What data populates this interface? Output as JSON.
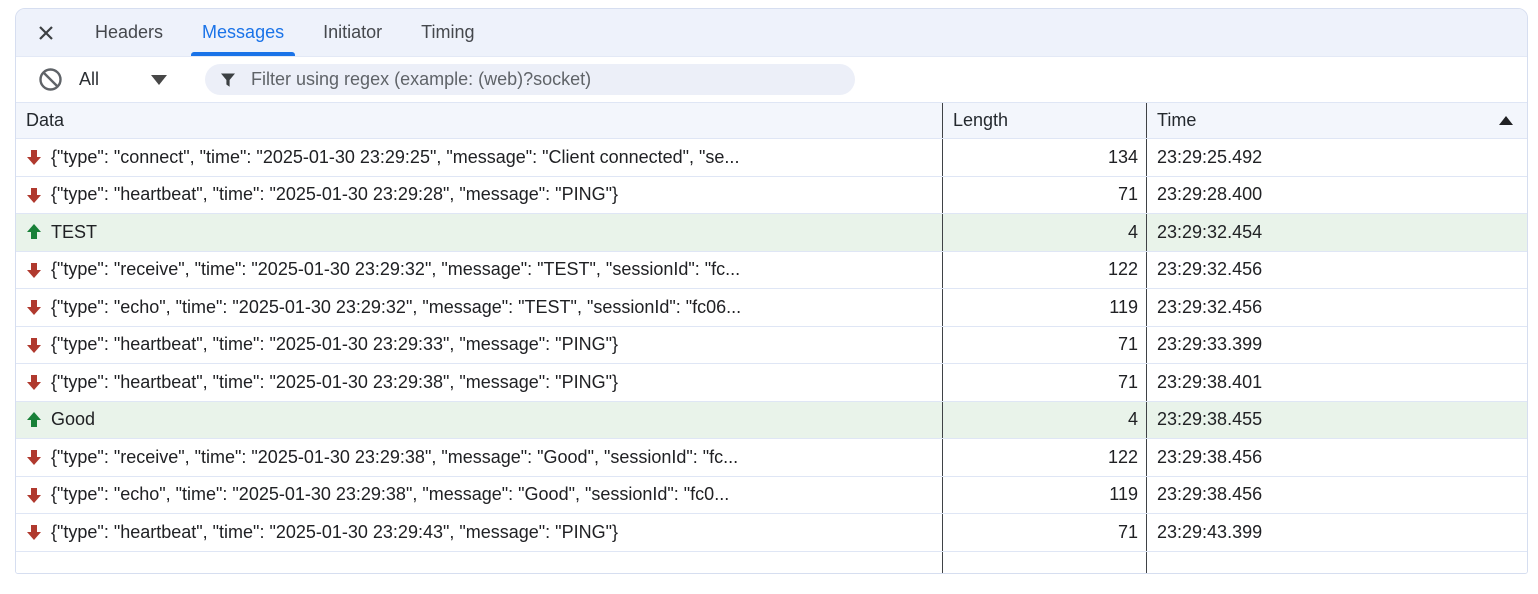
{
  "colors": {
    "accent": "#1a73e8",
    "text": "#202124",
    "tabbar_bg": "#eef2fb",
    "panel_border": "#d6def0",
    "row_border": "#dfe6f5",
    "col_border": "#3f4246",
    "header_bg": "#f3f6fc",
    "pill_bg": "#eceff8",
    "sent_bg": "#e9f3ea",
    "recv_arrow": "#b0392e",
    "sent_arrow": "#188038"
  },
  "tabs": {
    "items": [
      {
        "label": "Headers",
        "active": false
      },
      {
        "label": "Messages",
        "active": true
      },
      {
        "label": "Initiator",
        "active": false
      },
      {
        "label": "Timing",
        "active": false
      }
    ]
  },
  "toolbar": {
    "filter_value": "All",
    "filter_placeholder": "Filter using regex (example: (web)?socket)"
  },
  "grid": {
    "columns": {
      "data": "Data",
      "length": "Length",
      "time": "Time"
    },
    "sort": {
      "column": "Time",
      "direction": "ascending"
    },
    "rows": [
      {
        "direction": "received",
        "data": "{\"type\": \"connect\", \"time\": \"2025-01-30 23:29:25\", \"message\": \"Client connected\", \"se...",
        "length": "134",
        "time": "23:29:25.492"
      },
      {
        "direction": "received",
        "data": "{\"type\": \"heartbeat\", \"time\": \"2025-01-30 23:29:28\", \"message\": \"PING\"}",
        "length": "71",
        "time": "23:29:28.400"
      },
      {
        "direction": "sent",
        "data": "TEST",
        "length": "4",
        "time": "23:29:32.454"
      },
      {
        "direction": "received",
        "data": "{\"type\": \"receive\", \"time\": \"2025-01-30 23:29:32\", \"message\": \"TEST\", \"sessionId\": \"fc...",
        "length": "122",
        "time": "23:29:32.456"
      },
      {
        "direction": "received",
        "data": "{\"type\": \"echo\", \"time\": \"2025-01-30 23:29:32\", \"message\": \"TEST\", \"sessionId\": \"fc06...",
        "length": "119",
        "time": "23:29:32.456"
      },
      {
        "direction": "received",
        "data": "{\"type\": \"heartbeat\", \"time\": \"2025-01-30 23:29:33\", \"message\": \"PING\"}",
        "length": "71",
        "time": "23:29:33.399"
      },
      {
        "direction": "received",
        "data": "{\"type\": \"heartbeat\", \"time\": \"2025-01-30 23:29:38\", \"message\": \"PING\"}",
        "length": "71",
        "time": "23:29:38.401"
      },
      {
        "direction": "sent",
        "data": "Good",
        "length": "4",
        "time": "23:29:38.455"
      },
      {
        "direction": "received",
        "data": "{\"type\": \"receive\", \"time\": \"2025-01-30 23:29:38\", \"message\": \"Good\", \"sessionId\": \"fc...",
        "length": "122",
        "time": "23:29:38.456"
      },
      {
        "direction": "received",
        "data": "{\"type\": \"echo\", \"time\": \"2025-01-30 23:29:38\", \"message\": \"Good\", \"sessionId\": \"fc0...",
        "length": "119",
        "time": "23:29:38.456"
      },
      {
        "direction": "received",
        "data": "{\"type\": \"heartbeat\", \"time\": \"2025-01-30 23:29:43\", \"message\": \"PING\"}",
        "length": "71",
        "time": "23:29:43.399"
      }
    ]
  }
}
